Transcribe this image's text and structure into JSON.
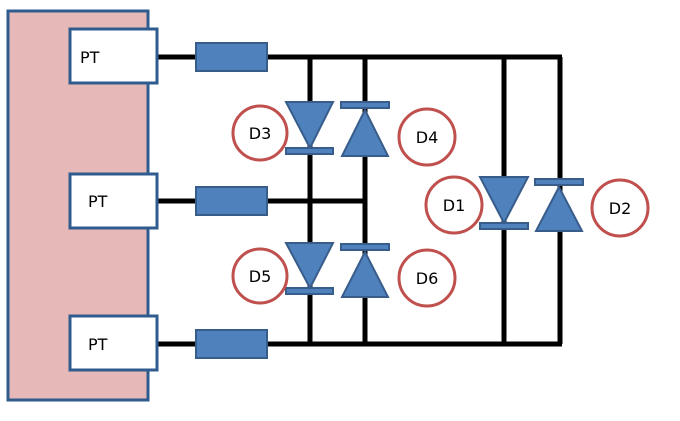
{
  "colors": {
    "panel_fill": "#e6b8b7",
    "panel_stroke": "#2f5b8f",
    "component_fill": "#4f81bd",
    "component_stroke": "#385d8a",
    "wire": "#000000",
    "label_circle": "#c0504d"
  },
  "pt_boxes": [
    {
      "label": "PT"
    },
    {
      "label": "PT"
    },
    {
      "label": "PT"
    }
  ],
  "diodes": [
    {
      "label": "D3",
      "direction": "down"
    },
    {
      "label": "D4",
      "direction": "up"
    },
    {
      "label": "D5",
      "direction": "down"
    },
    {
      "label": "D6",
      "direction": "up"
    },
    {
      "label": "D1",
      "direction": "down"
    },
    {
      "label": "D2",
      "direction": "up"
    }
  ]
}
